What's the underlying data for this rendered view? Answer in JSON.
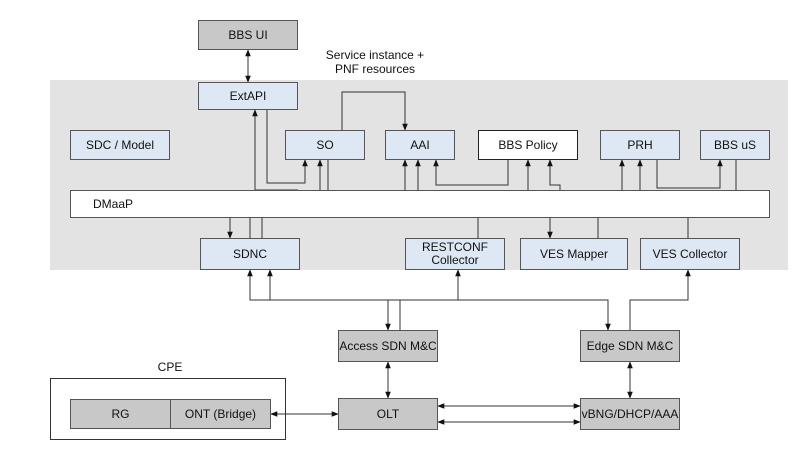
{
  "nodes": {
    "bbs_ui": "BBS UI",
    "extapi": "ExtAPI",
    "sdc_model": "SDC / Model",
    "so": "SO",
    "aai": "AAI",
    "bbs_policy": "BBS Policy",
    "prh": "PRH",
    "bbs_us": "BBS uS",
    "dmaap": "DMaaP",
    "sdnc": "SDNC",
    "restconf_collector": "RESTCONF Collector",
    "ves_mapper": "VES Mapper",
    "ves_collector": "VES Collector",
    "access_sdn": "Access SDN M&C",
    "edge_sdn": "Edge SDN M&C",
    "rg": "RG",
    "ont": "ONT (Bridge)",
    "olt": "OLT",
    "vbng": "vBNG/DHCP/AAA"
  },
  "labels": {
    "service_instance": "Service instance + PNF resources",
    "cpe": "CPE"
  },
  "colors": {
    "onap_background": "#e3e3e3",
    "component_fill": "#dde8f4",
    "network_fill": "#c8c8c8"
  }
}
